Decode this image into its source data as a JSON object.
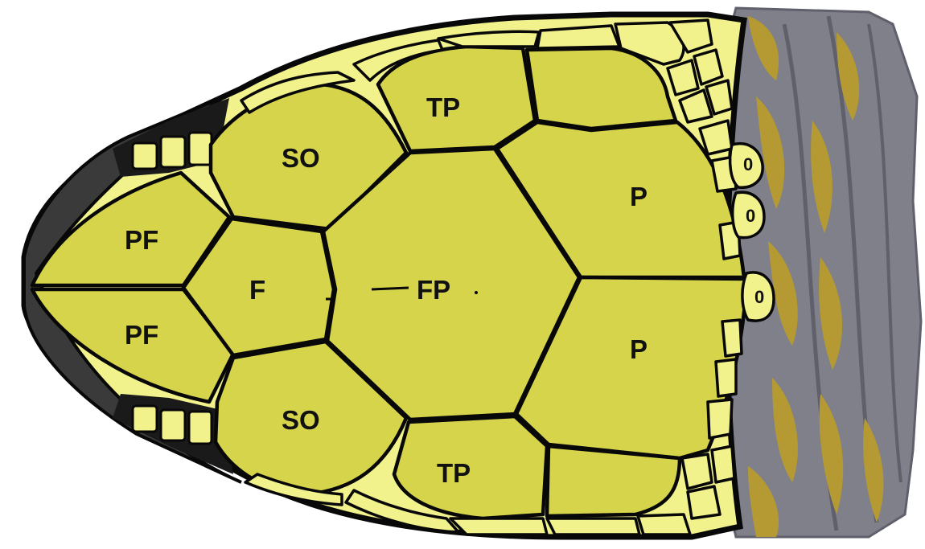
{
  "labels": {
    "prefrontal_upper": "PF",
    "prefrontal_lower": "PF",
    "frontal": "F",
    "supraocular_upper": "SO",
    "supraocular_lower": "SO",
    "frontoparietal": "FP",
    "parietal_upper": "P",
    "parietal_lower": "P",
    "temporal_upper": "TP",
    "temporal_lower": "TP",
    "occipital_1": "0",
    "occipital_2": "0",
    "occipital_3": "0"
  },
  "colors": {
    "large_scute": "#d6d44a",
    "small_scale": "#f2f28c",
    "outline": "#080808",
    "skin_grey": "#7f8089",
    "skin_grey_dark": "#5f606b",
    "skin_ochre": "#b59a33",
    "eye_dark": "#1a1a1a",
    "background": "#ffffff"
  }
}
